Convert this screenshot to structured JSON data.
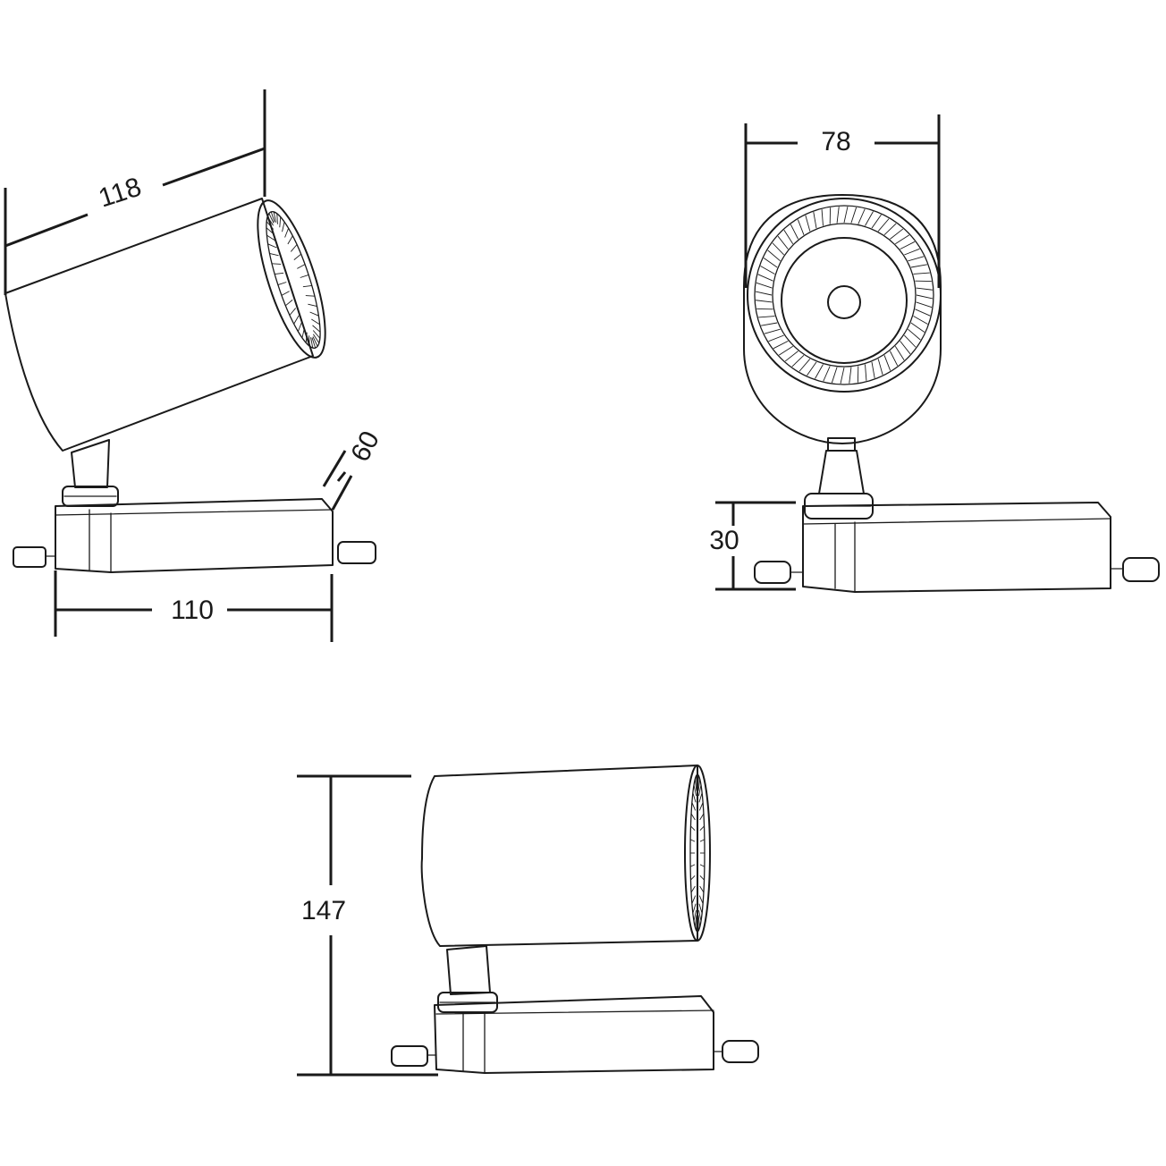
{
  "dimensions": {
    "side_view_length": "118",
    "side_view_base_length": "110",
    "side_view_base_height": "60",
    "front_view_diameter": "78",
    "front_view_base_height": "30",
    "total_height": "147"
  },
  "colors": {
    "ink": "#1a1a1a",
    "background": "#ffffff"
  }
}
